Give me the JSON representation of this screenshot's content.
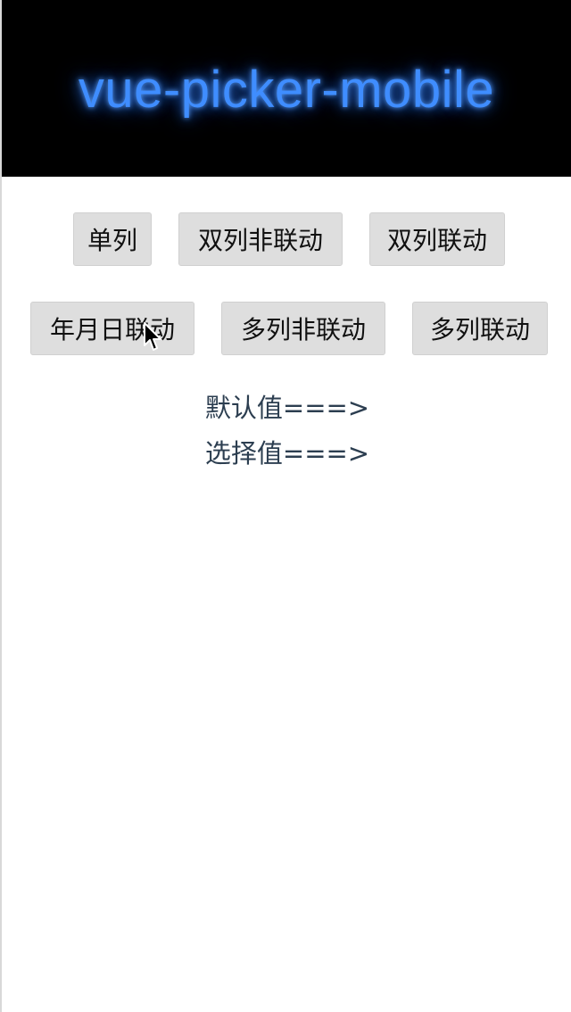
{
  "header": {
    "title": "vue-picker-mobile",
    "glow_color": "#3f8dff",
    "background": "#000000"
  },
  "buttons": {
    "single": "单列",
    "double_unlinked": "双列非联动",
    "double_linked": "双列联动",
    "ymd_linked": "年月日联动",
    "multi_unlinked": "多列非联动",
    "multi_linked": "多列联动"
  },
  "values": {
    "default_label": "默认值===>",
    "default_value": "",
    "selected_label": "选择值===>",
    "selected_value": ""
  },
  "icons": {
    "cursor": "mouse-pointer-icon"
  }
}
